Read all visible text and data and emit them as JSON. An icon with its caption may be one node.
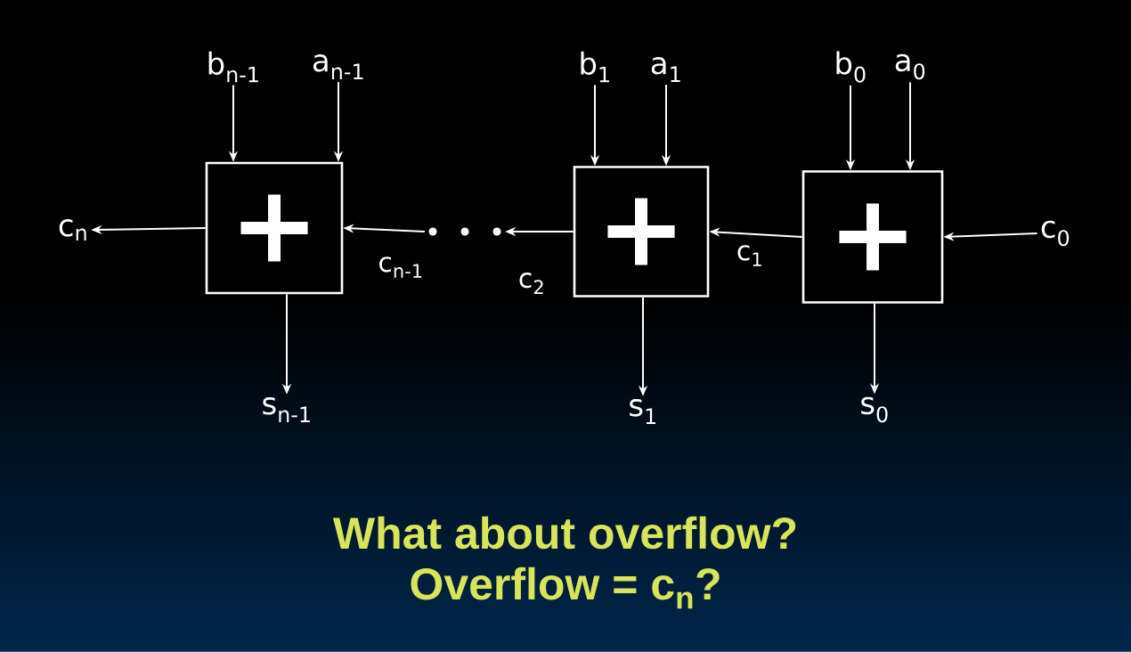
{
  "diagram": {
    "nodes": [
      {
        "text": [
          "b$_{n-1}$"
        ]
      },
      {
        "text": [
          "a$_{n-1}$"
        ]
      },
      {
        "text": [
          "b$_{1}$"
        ]
      },
      {
        "text": [
          "a$_{1}$"
        ]
      },
      {
        "text": [
          "b$_{0}$"
        ]
      },
      {
        "text": [
          "a$_{0}$"
        ]
      },
      {
        "text": [
          "c$_{n}$"
        ]
      },
      {
        "text": [
          "+"
        ]
      },
      {
        "text": [],
        "shape": "dots"
      },
      {
        "text": [
          "+"
        ]
      },
      {
        "text": [
          "+"
        ]
      },
      {
        "text": [
          "c$_{0}$"
        ]
      },
      {
        "text": [
          "s$_{n-1}$"
        ]
      },
      {
        "text": [
          "s$_{1}$"
        ]
      },
      {
        "text": [
          "s$_{0}$"
        ]
      }
    ],
    "edges": [
      {
        "from": 0,
        "to": 7,
        "arrow": "to"
      },
      {
        "from": 1,
        "to": 7,
        "arrow": "to"
      },
      {
        "from": 2,
        "to": 9,
        "arrow": "to"
      },
      {
        "from": 3,
        "to": 9,
        "arrow": "to"
      },
      {
        "from": 4,
        "to": 10,
        "arrow": "to"
      },
      {
        "from": 5,
        "to": 10,
        "arrow": "to"
      },
      {
        "from": 7,
        "to": 6,
        "arrow": "to"
      },
      {
        "from": 8,
        "to": 7,
        "arrow": "to",
        "label": "c$_{n-1}$"
      },
      {
        "from": 9,
        "to": 8,
        "arrow": "to",
        "label": "c$_{2}$"
      },
      {
        "from": 10,
        "to": 9,
        "arrow": "to",
        "label": "c$_{1}$"
      },
      {
        "from": 11,
        "to": 10,
        "arrow": "to"
      },
      {
        "from": 7,
        "to": 12,
        "arrow": "to"
      },
      {
        "from": 9,
        "to": 13,
        "arrow": "to"
      },
      {
        "from": 10,
        "to": 14,
        "arrow": "to"
      }
    ],
    "labels": [
      "What about overflow?",
      "Overflow = c$_{n}$?"
    ]
  }
}
